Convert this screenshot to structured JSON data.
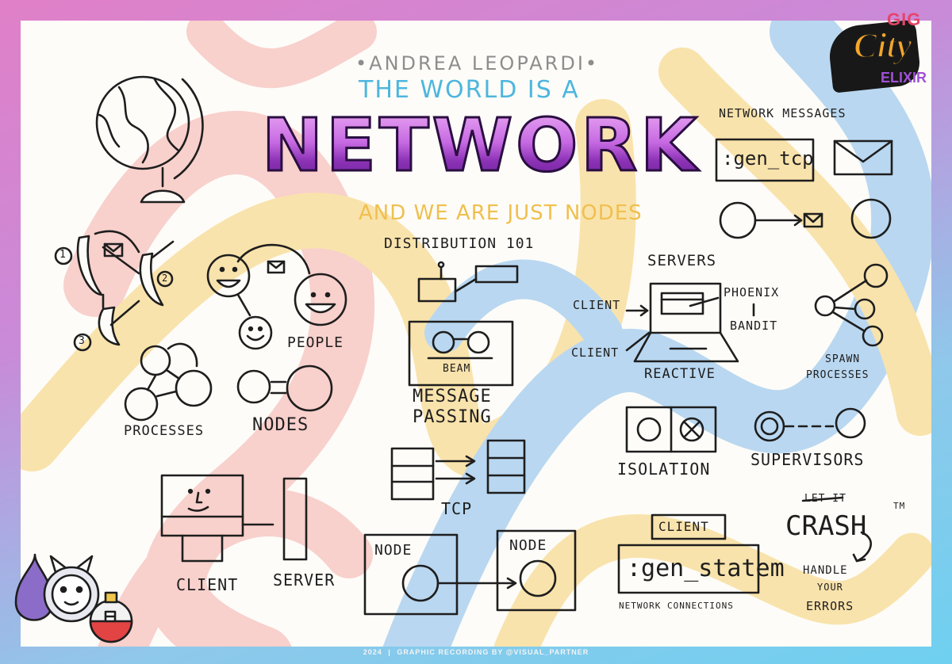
{
  "title": {
    "author": "•ANDREA LEOPARDI•",
    "line1": "THE WORLD IS A",
    "main": "NETWORK",
    "line3": "AND WE ARE JUST NODES"
  },
  "logo": {
    "top": "GIG",
    "middle": "City",
    "bottom": "ELIXIR"
  },
  "left": {
    "num1": "1",
    "num2": "2",
    "num3": "3",
    "people": "PEOPLE",
    "processes": "PROCESSES",
    "nodes": "NODES",
    "client": "CLIENT",
    "server": "SERVER"
  },
  "center": {
    "distribution": "DISTRIBUTION 101",
    "beam": "BEAM",
    "message_passing_1": "MESSAGE",
    "message_passing_2": "PASSING",
    "tcp": "TCP",
    "node_a": "NODE",
    "node_b": "NODE"
  },
  "servers": {
    "heading": "SERVERS",
    "client_top": "CLIENT",
    "client_bottom": "CLIENT",
    "phoenix": "PHOENIX",
    "bandit": "BANDIT",
    "reactive": "REACTIVE",
    "isolation": "ISOLATION",
    "client_box": "CLIENT",
    "gen_statem": ":gen_statem",
    "network_connections": "NETWORK CONNECTIONS"
  },
  "right": {
    "network_messages": "NETWORK MESSAGES",
    "gen_tcp": ":gen_tcp",
    "spawn_1": "SPAWN",
    "spawn_2": "PROCESSES",
    "supervisors": "SUPERVISORS",
    "let_it": "LET IT",
    "crash": "CRASH",
    "tm": "TM",
    "handle_1": "HANDLE",
    "handle_2": "YOUR",
    "handle_3": "ERRORS"
  },
  "footer": {
    "year": "2024",
    "sep": "|",
    "credit": "GRAPHIC RECORDING BY @VISUAL_PARTNER"
  },
  "colors": {
    "pink_band": "#f6b3b0",
    "yellow_band": "#f8d37a",
    "blue_band": "#8cc0ec",
    "network_purple": "#8d33b6",
    "subtitle_blue": "#4eb6de",
    "subtitle_yellow": "#f0bf4e"
  },
  "icons": [
    "globe-icon",
    "banana-icon",
    "envelope-icon",
    "smiley-icon",
    "laptop-icon",
    "monitor-icon",
    "router-icon",
    "mascot-icon",
    "potion-icon"
  ]
}
